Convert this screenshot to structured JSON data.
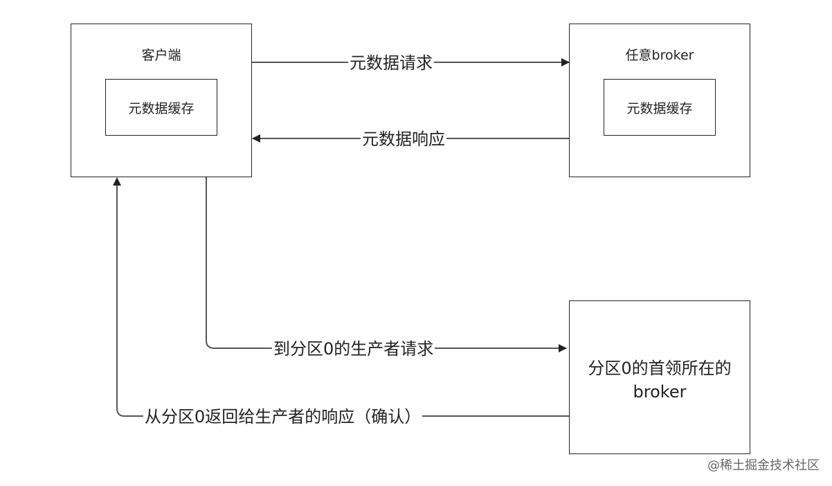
{
  "client": {
    "title": "客户端",
    "cache": "元数据缓存"
  },
  "broker": {
    "title": "任意broker",
    "cache": "元数据缓存"
  },
  "leader": {
    "line1": "分区0的首领所在的",
    "line2": "broker"
  },
  "arrows": {
    "metadata_request": "元数据请求",
    "metadata_response": "元数据响应",
    "produce_request": "到分区0的生产者请求",
    "produce_response": "从分区0返回给生产者的响应（确认）"
  },
  "watermark": "@稀土掘金技术社区"
}
